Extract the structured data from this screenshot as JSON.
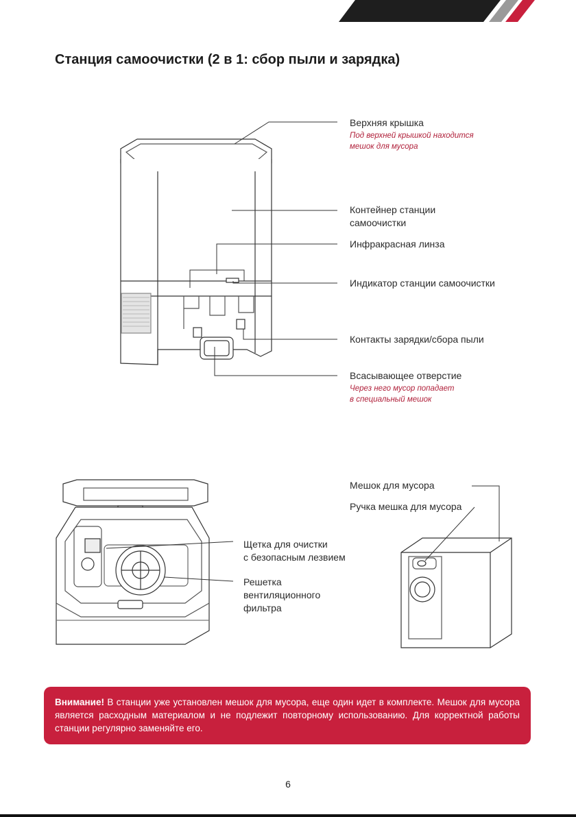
{
  "page": {
    "title": "Станция самоочистки (2 в 1: сбор пыли и зарядка)",
    "page_number": "6"
  },
  "station_labels": {
    "top_cover": "Верхняя крышка",
    "top_cover_note_1": "Под верхней крышкой находится",
    "top_cover_note_2": "мешок для мусора",
    "container_1": "Контейнер станции",
    "container_2": "самоочистки",
    "ir_lens": "Инфракрасная линза",
    "indicator": "Индикатор станции самоочистки",
    "contacts": "Контакты зарядки/сбора пыли",
    "suction": "Всасывающее отверстие",
    "suction_note_1": "Через него мусор попадает",
    "suction_note_2": "в специальный мешок"
  },
  "inside_labels": {
    "brush_1": "Щетка для очистки",
    "brush_2": "с безопасным лезвием",
    "grille_1": "Решетка",
    "grille_2": "вентиляционного",
    "grille_3": "фильтра",
    "bag": "Мешок для мусора",
    "bag_handle": "Ручка мешка для мусора"
  },
  "warning": {
    "title": "Внимание!",
    "text": " В станции уже установлен мешок для мусора, еще один идет в комплекте. Мешок для мусора является расходным материалом и не подлежит повторному использованию. Для корректной работы станции регулярно заменяйте его."
  },
  "colors": {
    "accent": "#c8203d",
    "dark": "#222222"
  }
}
